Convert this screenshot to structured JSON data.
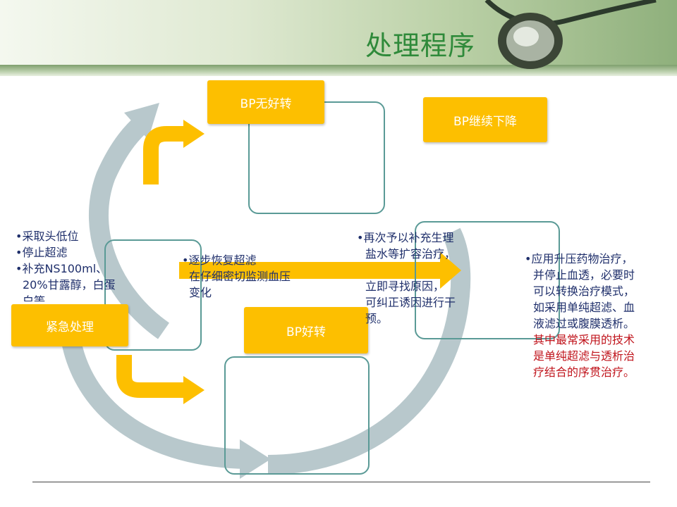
{
  "title": "处理程序",
  "nodes": {
    "emergency": "紧急处理",
    "bp_not_improved": "BP无好转",
    "bp_continue_drop": "BP继续下降",
    "bp_improved": "BP好转"
  },
  "text_left": [
    "•采取头低位",
    "•停止超滤",
    "•补充NS100ml、",
    "20%甘露醇，白蛋",
    "白等"
  ],
  "text_center": [
    "•逐步恢复超滤",
    "在仔细密切监测血压",
    "变化"
  ],
  "text_mid_right": [
    "•再次予以补充生理",
    "盐水等扩容治疗，",
    "",
    "立即寻找原因，",
    "可纠正诱因进行干",
    "预。"
  ],
  "text_right": [
    "•应用升压药物治疗，",
    "并停止血透，必要时",
    "可以转换治疗模式，",
    "如采用单纯超滤、血",
    "液滤过或腹膜透析。"
  ],
  "text_right_red": [
    "其中最常采用的技术",
    "是单纯超滤与透析治",
    "疗结合的序贯治疗。"
  ],
  "colors": {
    "accent": "#fdbf00",
    "box_border": "#5a9a96",
    "circle": "#b8c8cc",
    "text": "#1f2f6b",
    "red": "#c0141c",
    "title": "#2f8a3a"
  }
}
